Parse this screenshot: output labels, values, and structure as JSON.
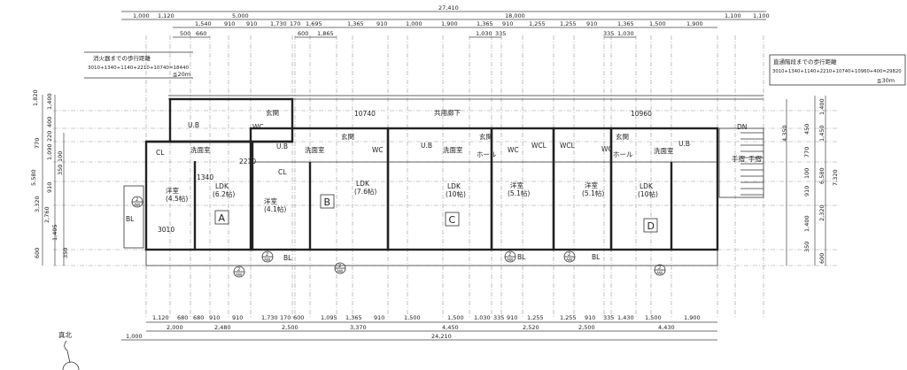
{
  "dims": {
    "top_total": "27,410",
    "top_row2": [
      "1,000",
      "1,120",
      "5,000",
      "18,000",
      "1,100",
      "1,100"
    ],
    "top_row3": [
      "1,540",
      "910",
      "910",
      "1,730",
      "170",
      "1,695",
      "1,365",
      "910",
      "1,000",
      "1,900",
      "1,365",
      "910",
      "1,255",
      "1,255",
      "910",
      "1,365",
      "1,500",
      "1,900"
    ],
    "top_row4": [
      "500",
      "660",
      "600",
      "1,865",
      "1,030",
      "335",
      "335",
      "1,030"
    ],
    "bottom_row1": [
      "1,120",
      "680",
      "680",
      "910",
      "910",
      "1,730",
      "170",
      "600",
      "1,095",
      "1,365",
      "910",
      "1,500",
      "1,500",
      "1,030",
      "335",
      "910",
      "1,255",
      "1,255",
      "910",
      "335",
      "1,430",
      "1,500",
      "1,900"
    ],
    "bottom_row2": [
      "2,000",
      "2,480",
      "2,500",
      "3,370",
      "4,450",
      "2,520",
      "2,500",
      "4,430"
    ],
    "bottom_row3": [
      "1,000",
      "24,210"
    ],
    "left": [
      "1,820",
      "1,400",
      "400",
      "220",
      "770",
      "5,580",
      "1,090",
      "100",
      "350",
      "910",
      "3,320",
      "2,760",
      "1,405",
      "350",
      "600"
    ],
    "right": [
      "1,400",
      "450",
      "1,450",
      "770",
      "100",
      "910",
      "1,400",
      "350",
      "4,350",
      "6,580",
      "2,320",
      "7,320",
      "600"
    ]
  },
  "notes": {
    "extinguisher_title": "消火器までの歩行距離",
    "extinguisher_formula": "3010+1340+1140+2210+10740=18440",
    "extinguisher_limit": "≦20m",
    "stair_title": "直通階段までの歩行距離",
    "stair_formula": "3010+1340+1140+2210+10740+10960+400=29820",
    "stair_limit": "≦30m"
  },
  "rooms": [
    "玄関",
    "U.B",
    "洗面室",
    "CL",
    "洋室",
    "(4.5帖)",
    "LDK",
    "(6.2帖)",
    "BL",
    "1340",
    "2210",
    "3010",
    "U.B",
    "洗面室",
    "玄関",
    "CL",
    "洋室",
    "(4.1帖)",
    "LDK",
    "(7.6帖)",
    "10740",
    "BL",
    "共用廊下",
    "U.B",
    "洗面室",
    "玄関",
    "ホール",
    "LDK",
    "(10帖)",
    "WCL",
    "WCL",
    "洋室",
    "(5.1帖)",
    "洋室",
    "(5.1帖)",
    "BL",
    "BL",
    "10960",
    "玄関",
    "ホール",
    "洗面室",
    "LDK",
    "(10帖)",
    "U.B",
    "手摺",
    "手摺",
    "DN",
    "WC",
    "WC",
    "WC",
    "WC"
  ],
  "units": [
    "A",
    "B",
    "C",
    "D"
  ],
  "north_label": "真北",
  "section_marks": [
    "2",
    "AW"
  ]
}
